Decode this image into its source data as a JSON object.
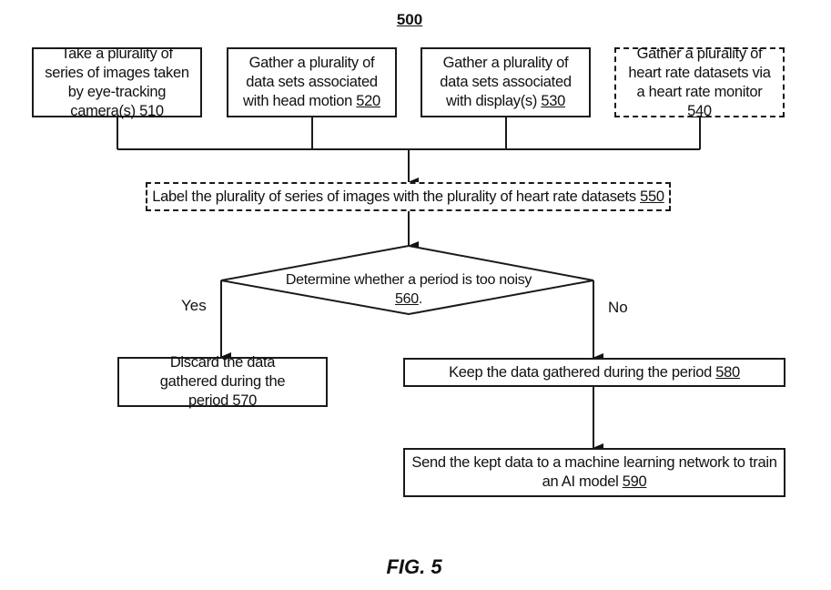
{
  "figure": {
    "number": "500",
    "caption": "FIG. 5"
  },
  "steps": {
    "s510": {
      "text": "Take a plurality of series of images taken by eye-tracking camera(s)",
      "ref": "510",
      "optional": false
    },
    "s520": {
      "text": "Gather a plurality of data sets associated with head motion",
      "ref": "520",
      "optional": false
    },
    "s530": {
      "text": "Gather a plurality of data sets associated with display(s)",
      "ref": "530",
      "optional": false
    },
    "s540": {
      "text": "Gather a plurality of heart rate datasets via a heart rate monitor",
      "ref": "540",
      "optional": true
    },
    "s550": {
      "text": "Label the plurality of series of images with the plurality of heart rate datasets",
      "ref": "550",
      "optional": true
    },
    "s560": {
      "text": "Determine whether a period is too noisy",
      "ref": "560",
      "suffix": ".",
      "type": "decision"
    },
    "s570": {
      "text": "Discard the data gathered during the period",
      "ref": "570",
      "optional": false
    },
    "s580": {
      "text": "Keep the data gathered during the period",
      "ref": "580",
      "optional": false
    },
    "s590": {
      "text": "Send the kept data to a machine learning network to train an AI model",
      "ref": "590",
      "optional": false
    }
  },
  "branches": {
    "yes": "Yes",
    "no": "No"
  }
}
